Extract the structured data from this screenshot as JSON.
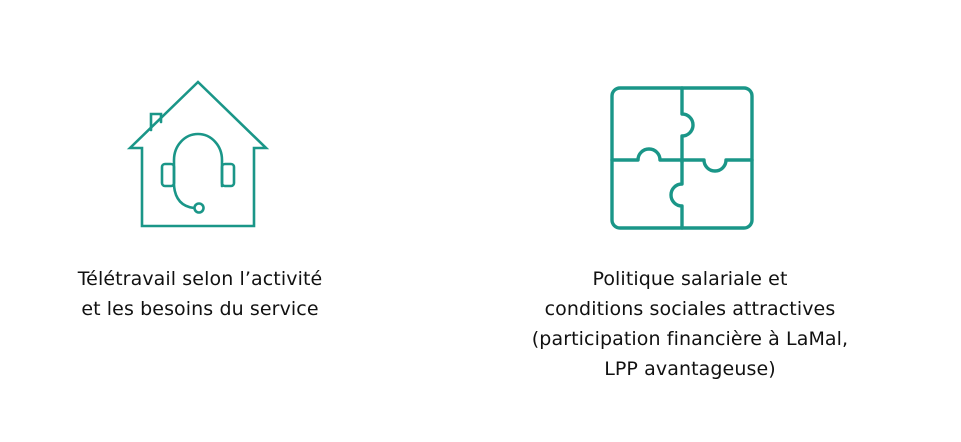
{
  "theme": {
    "icon_color": "#1a9688",
    "text_color": "#111111",
    "background": "#ffffff"
  },
  "features": [
    {
      "icon": "house-headset-icon",
      "caption_lines": [
        "Télétravail selon l’activité",
        "et les besoins du service"
      ]
    },
    {
      "icon": "puzzle-icon",
      "caption_lines": [
        "Politique salariale et",
        "conditions sociales attractives",
        "(participation financière à LaMal,",
        "LPP avantageuse)"
      ]
    }
  ]
}
